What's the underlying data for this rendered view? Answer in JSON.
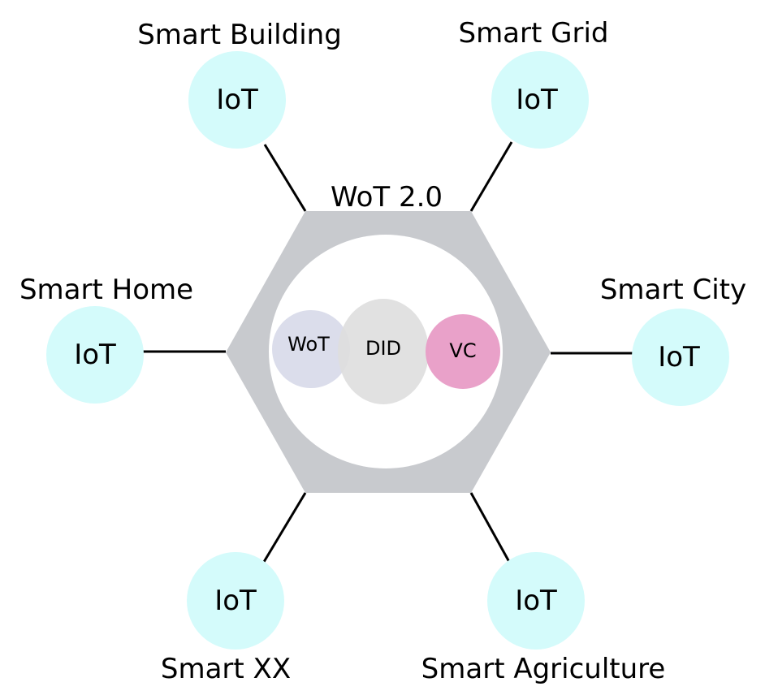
{
  "center": {
    "title": "WoT 2.0",
    "components": [
      {
        "label": "WoT",
        "color": "#d9dbea"
      },
      {
        "label": "DID",
        "color": "#dedede"
      },
      {
        "label": "VC",
        "color": "#e89cc6"
      }
    ],
    "hexagon_color": "#c8cace"
  },
  "nodes": [
    {
      "label": "Smart Building",
      "badge": "IoT"
    },
    {
      "label": "Smart Grid",
      "badge": "IoT"
    },
    {
      "label": "Smart Home",
      "badge": "IoT"
    },
    {
      "label": "Smart City",
      "badge": "IoT"
    },
    {
      "label": "Smart XX",
      "badge": "IoT"
    },
    {
      "label": "Smart Agriculture",
      "badge": "IoT"
    }
  ],
  "node_color": "#d4fbfb"
}
